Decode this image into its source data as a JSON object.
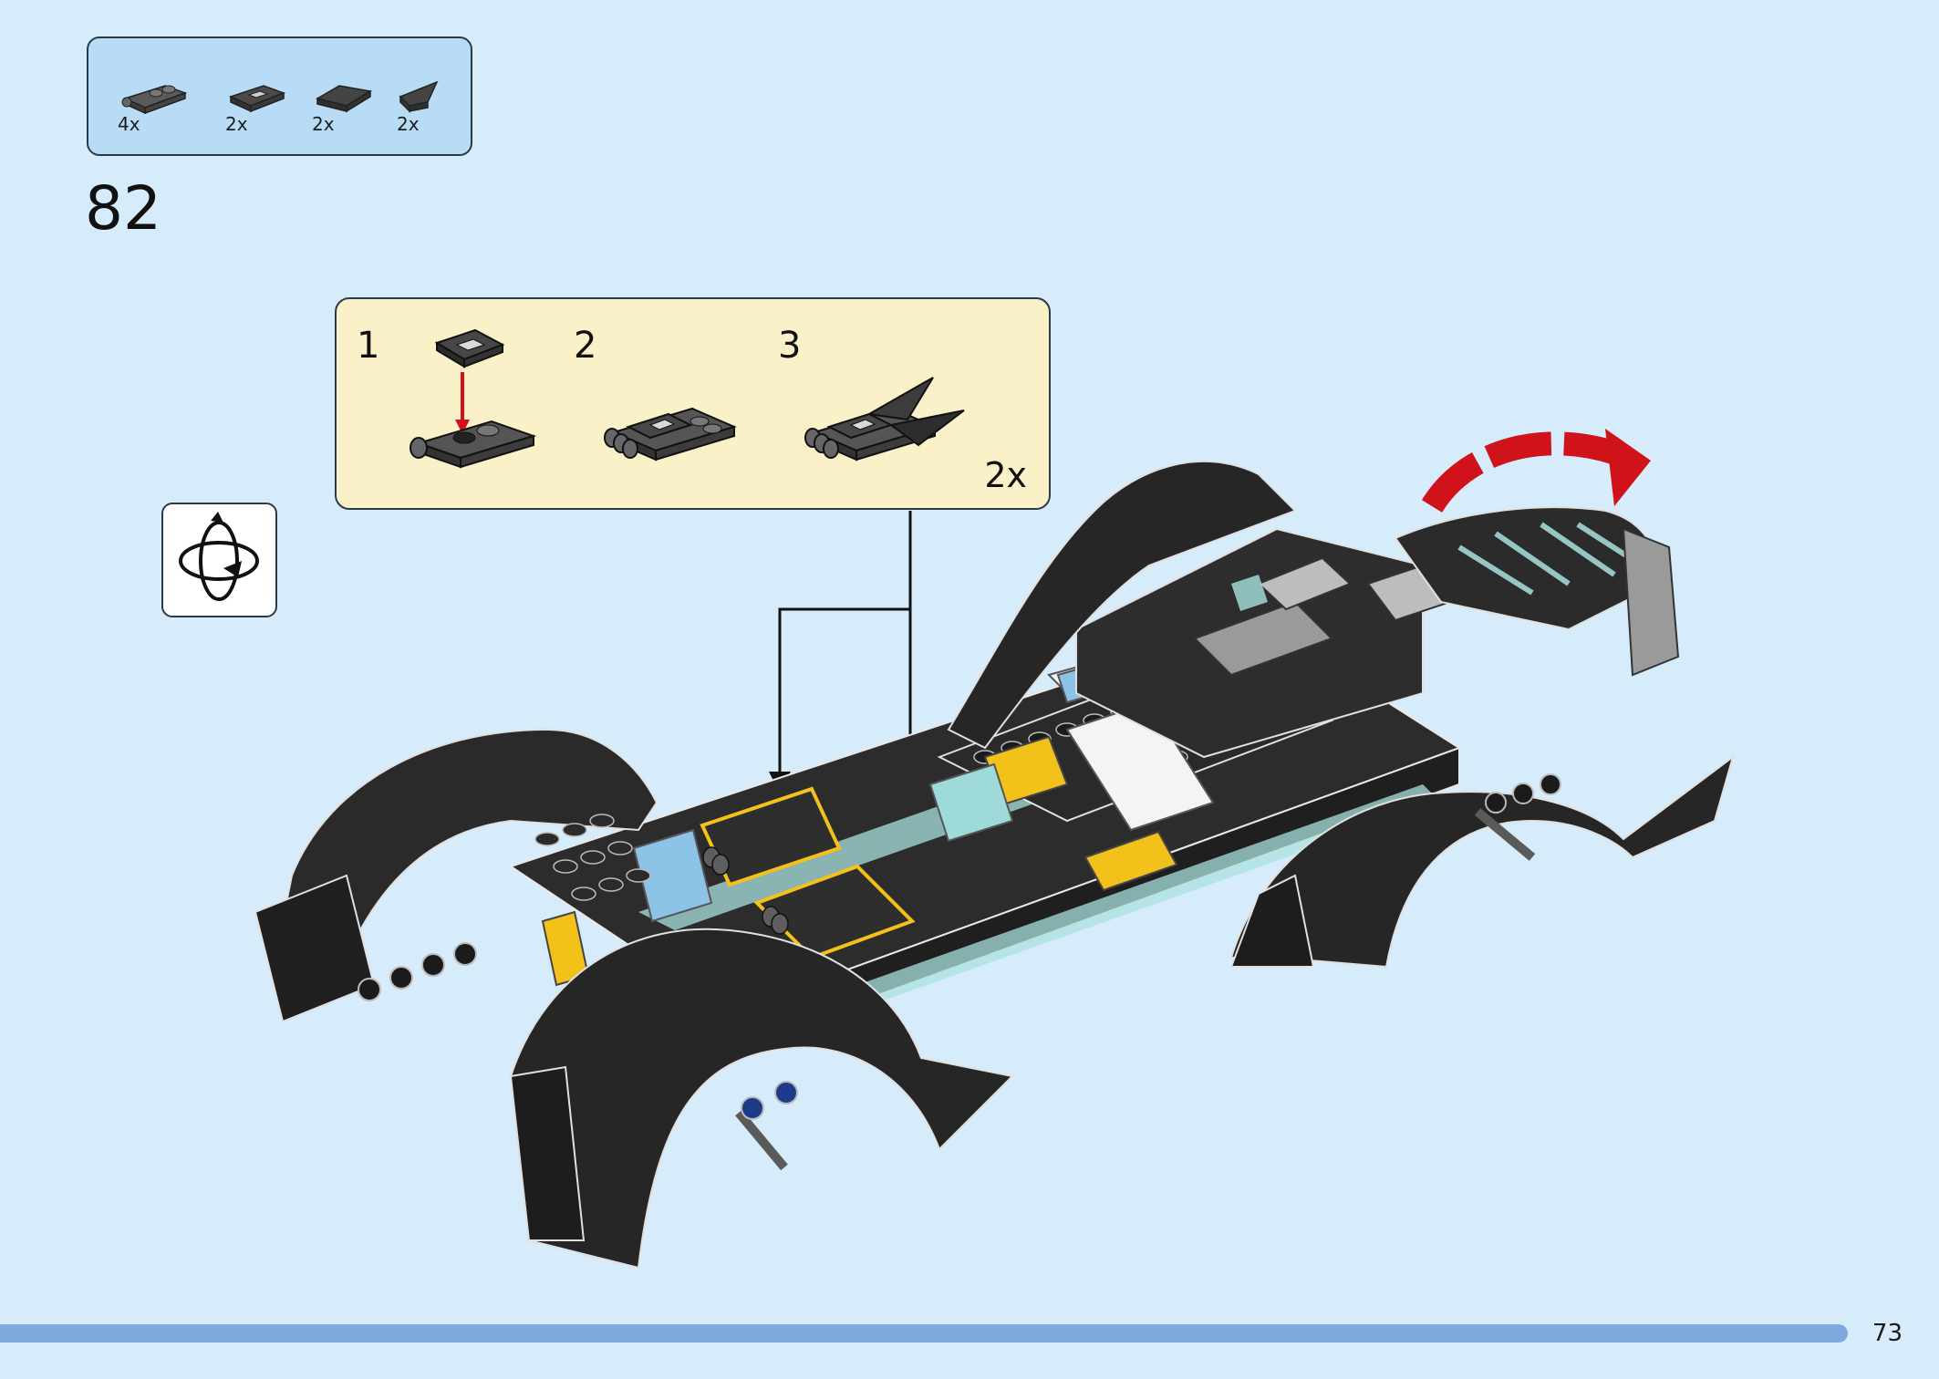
{
  "parts_list": {
    "items": [
      {
        "icon": "plate-with-handle-icon",
        "qty": "4x"
      },
      {
        "icon": "tile-printed-icon",
        "qty": "2x"
      },
      {
        "icon": "wedge-plate-icon",
        "qty": "2x"
      },
      {
        "icon": "wedge-tile-icon",
        "qty": "2x"
      }
    ]
  },
  "step": {
    "number": "82"
  },
  "sub_assembly": {
    "steps": [
      "1",
      "2",
      "3"
    ],
    "multiplier": "2x"
  },
  "rotate_icon": "rotate-model-icon",
  "page": {
    "number": "73"
  },
  "colors": {
    "background": "#d6ecfb",
    "parts_box": "#b8dcf5",
    "sub_box": "#fbf1c8",
    "progress": "#7fa8dc",
    "arrow_red": "#d0121b",
    "highlight": "#f2c21a"
  }
}
